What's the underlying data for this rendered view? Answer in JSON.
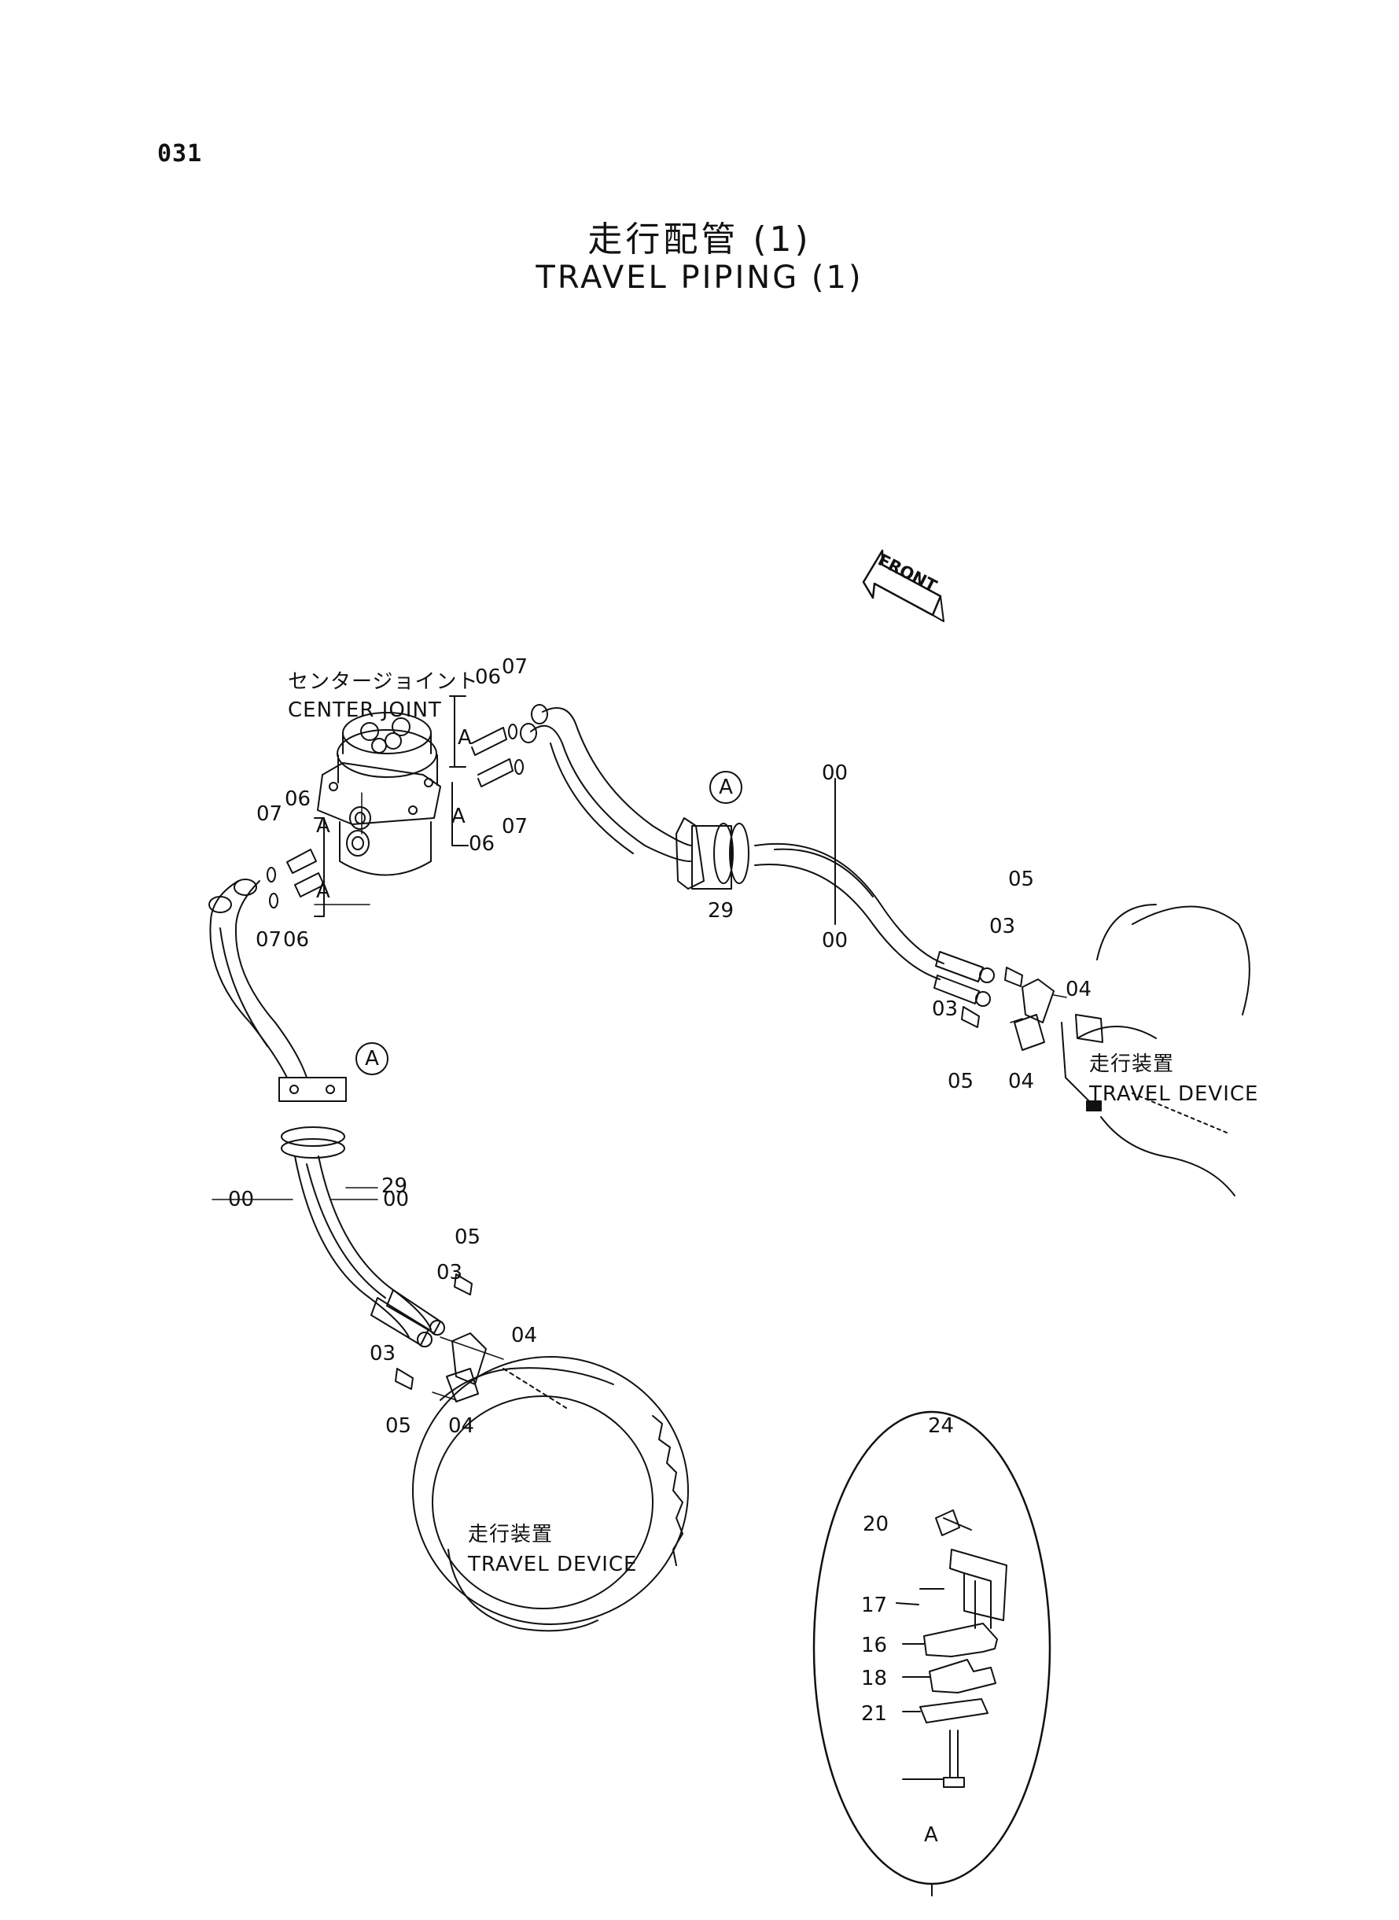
{
  "page_number": "031",
  "title": {
    "jp": "走行配管 (1)",
    "en": "TRAVEL PIPING (1)"
  },
  "front_arrow": "FRONT",
  "center_joint": {
    "jp": "センタージョイント",
    "en": "CENTER JOINT"
  },
  "travel_device": {
    "jp": "走行装置",
    "en": "TRAVEL DEVICE"
  },
  "detail_ref": "A",
  "part_numbers": [
    "00",
    "03",
    "04",
    "05",
    "06",
    "07",
    "16",
    "17",
    "18",
    "20",
    "21",
    "24",
    "29"
  ]
}
